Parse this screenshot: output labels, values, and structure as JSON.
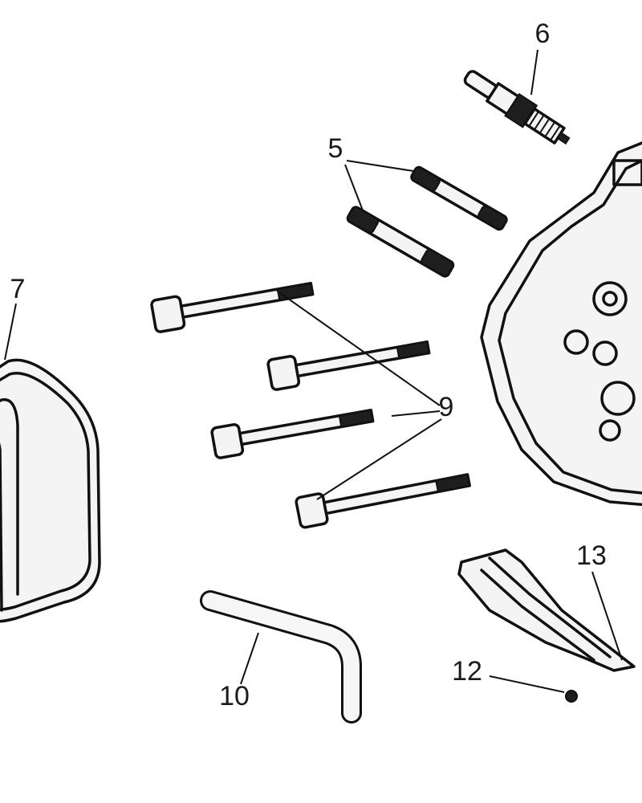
{
  "callouts": {
    "c5": "5",
    "c6": "6",
    "c7": "7",
    "c9": "9",
    "c10": "10",
    "c12": "12",
    "c13": "13"
  }
}
